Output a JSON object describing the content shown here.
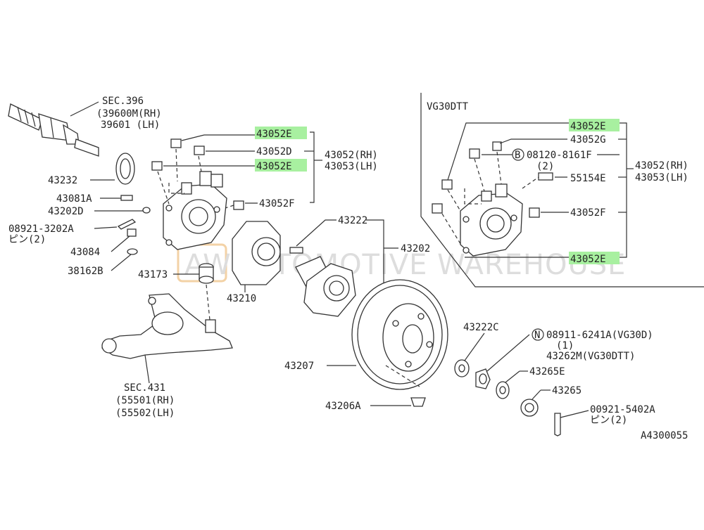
{
  "diagram": {
    "ref_code": "A4300055",
    "watermark": {
      "logo": "AW",
      "text": "AUTOMOTIVE WAREHOUSE"
    },
    "inset_label": "VG30DTT",
    "highlight_color": "#a8f0a0",
    "labels": {
      "sec396": "SEC.396",
      "sec396_rh": "(39600M(RH)",
      "sec396_lh": "39601 (LH)",
      "p43232": "43232",
      "p43081A": "43081A",
      "p43202D": "43202D",
      "pin08921": "08921-3202A",
      "pin08921_qty": "ピン(2)",
      "p43084": "43084",
      "p38162B": "38162B",
      "p43173": "43173",
      "p43210": "43210",
      "h43052E_1": "43052E",
      "p43052D": "43052D",
      "h43052E_2": "43052E",
      "p43052F": "43052F",
      "g43052RH": "43052(RH)",
      "g43053LH": "43053(LH)",
      "p43222": "43222",
      "p43202": "43202",
      "p43207": "43207",
      "p43206A": "43206A",
      "sec431": "SEC.431",
      "sec431_rh": "(55501(RH)",
      "sec431_lh": "(55502(LH)",
      "p43222C": "43222C",
      "nut_code": "08911-6241A(VG30D)",
      "nut_qty": "(1)",
      "p43262M": "43262M(VG30DTT)",
      "p43265E": "43265E",
      "p43265": "43265",
      "pin00921": "00921-5402A",
      "pin00921_qty": "ピン(2)",
      "i43052E_1": "43052E",
      "i43052G": "43052G",
      "bolt08120": "08120-8161F",
      "bolt08120_qty": "(2)",
      "i55154E": "55154E",
      "i43052F": "43052F",
      "i43052E_2": "43052E",
      "ig43052RH": "43052(RH)",
      "ig43053LH": "43053(LH)",
      "circle_B": "B",
      "circle_N": "N"
    }
  }
}
